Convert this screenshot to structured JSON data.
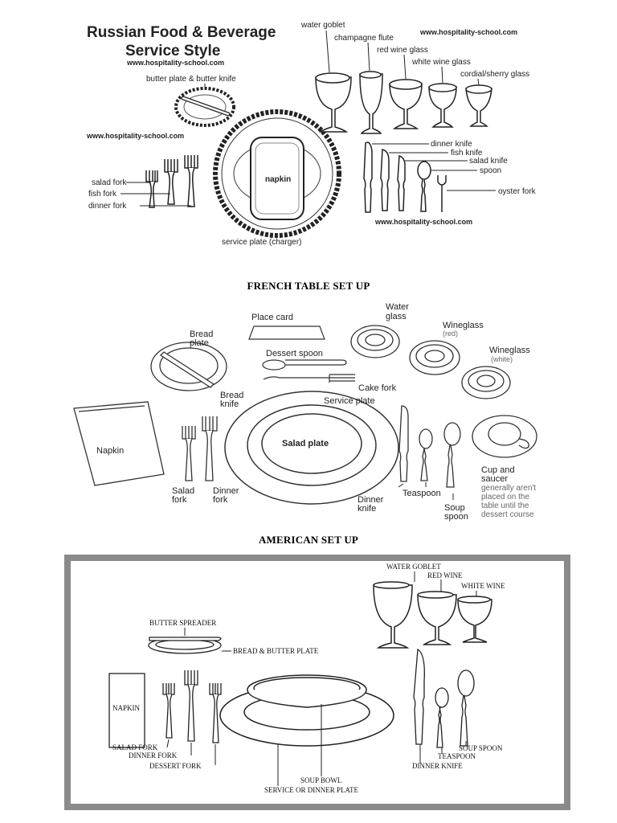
{
  "russian": {
    "title_line1": "Russian Food & Beverage",
    "title_line2": "Service Style",
    "url": "www.hospitality-school.com",
    "labels": {
      "water_goblet": "water goblet",
      "champagne_flute": "champagne flute",
      "red_wine_glass": "red wine glass",
      "white_wine_glass": "white wine glass",
      "cordial_sherry_glass": "cordial/sherry glass",
      "butter_plate_knife": "butter plate & butter knife",
      "dinner_knife": "dinner knife",
      "fish_knife": "fish knife",
      "salad_knife": "salad knife",
      "spoon": "spoon",
      "oyster_fork": "oyster fork",
      "salad_fork": "salad fork",
      "fish_fork": "fish fork",
      "dinner_fork": "dinner fork",
      "napkin": "napkin",
      "service_plate": "service plate (charger)"
    },
    "colors": {
      "title": "#d8232a",
      "url": "#1a3c8c"
    }
  },
  "french": {
    "heading": "FRENCH TABLE SET UP",
    "labels": {
      "place_card": "Place card",
      "water_glass_1": "Water",
      "water_glass_2": "glass",
      "wineglass_red_1": "Wineglass",
      "wineglass_red_2": "(red)",
      "wineglass_white_1": "Wineglass",
      "wineglass_white_2": "(white)",
      "bread_plate_1": "Bread",
      "bread_plate_2": "plate",
      "dessert_spoon": "Dessert spoon",
      "cake_fork": "Cake fork",
      "bread_knife_1": "Bread",
      "bread_knife_2": "knife",
      "service_plate": "Service plate",
      "napkin": "Napkin",
      "salad_plate": "Salad plate",
      "salad_fork_1": "Salad",
      "salad_fork_2": "fork",
      "dinner_fork_1": "Dinner",
      "dinner_fork_2": "fork",
      "dinner_knife_1": "Dinner",
      "dinner_knife_2": "knife",
      "teaspoon": "Teaspoon",
      "soup_spoon_1": "Soup",
      "soup_spoon_2": "spoon",
      "cup_saucer_1": "Cup and",
      "cup_saucer_2": "saucer",
      "cup_note_1": "generally aren't",
      "cup_note_2": "placed on the",
      "cup_note_3": "table until the",
      "cup_note_4": "dessert course"
    }
  },
  "american": {
    "heading": "AMERICAN SET UP",
    "labels": {
      "water_goblet": "WATER GOBLET",
      "red_wine": "RED WINE",
      "white_wine": "WHITE WINE",
      "butter_spreader": "BUTTER SPREADER",
      "bread_butter_plate": "BREAD & BUTTER PLATE",
      "napkin": "NAPKIN",
      "salad_fork": "SALAD FORK",
      "dinner_fork": "DINNER FORK",
      "dessert_fork": "DESSERT FORK",
      "soup_spoon": "SOUP SPOON",
      "teaspoon": "TEASPOON",
      "dinner_knife": "DINNER KNIFE",
      "soup_bowl": "SOUP BOWL",
      "service_plate": "SERVICE OR DINNER PLATE"
    },
    "colors": {
      "frame": "#8a8a8a"
    }
  }
}
